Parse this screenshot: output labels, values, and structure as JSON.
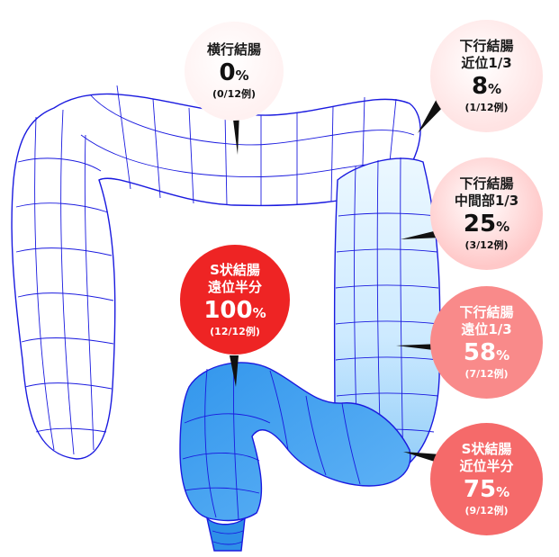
{
  "segments": [
    {
      "id": "transverse",
      "name_lines": [
        "横行結腸"
      ],
      "percent": "0",
      "unit": "%",
      "cases": "(0/12例)",
      "fill": "#fff1f1"
    },
    {
      "id": "desc-proximal",
      "name_lines": [
        "下行結腸",
        "近位1/3"
      ],
      "percent": "8",
      "unit": "%",
      "cases": "(1/12例)",
      "fill": "#ffe3e3"
    },
    {
      "id": "desc-middle",
      "name_lines": [
        "下行結腸",
        "中間部1/3"
      ],
      "percent": "25",
      "unit": "%",
      "cases": "(3/12例)",
      "fill": "#ffc8c8"
    },
    {
      "id": "desc-distal",
      "name_lines": [
        "下行結腸",
        "遠位1/3"
      ],
      "percent": "58",
      "unit": "%",
      "cases": "(7/12例)",
      "fill": "#f98a8a"
    },
    {
      "id": "sigmoid-proximal",
      "name_lines": [
        "S状結腸",
        "近位半分"
      ],
      "percent": "75",
      "unit": "%",
      "cases": "(9/12例)",
      "fill": "#f56a6a"
    },
    {
      "id": "sigmoid-distal",
      "name_lines": [
        "S状結腸",
        "遠位半分"
      ],
      "percent": "100",
      "unit": "%",
      "cases": "(12/12例)",
      "fill": "#ee2424"
    }
  ],
  "colors": {
    "wire": "#1a1adf",
    "fill_light": "#d6efff",
    "fill_mid": "#7fc2f6",
    "fill_dark": "#2a8ae6"
  }
}
